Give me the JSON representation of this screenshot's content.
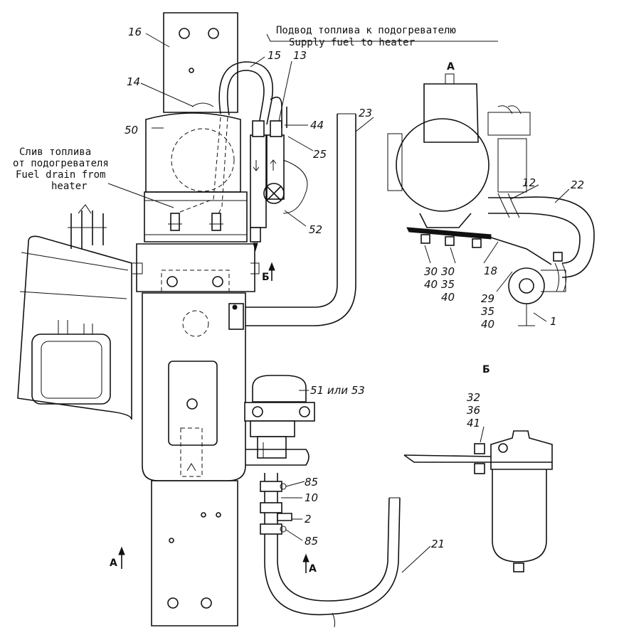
{
  "captions": {
    "supply_ru": "Подвод топлива к подогревателю",
    "supply_en": "Supply fuel to heater",
    "drain_ru_1": "Слив топлива",
    "drain_ru_2": "от подогревателя",
    "drain_en_1": "Fuel drain from",
    "drain_en_2": "heater"
  },
  "views": {
    "view_a_title": "А",
    "view_b_title": "Б",
    "section_b_marker": "Б",
    "section_a_marker_left": "А",
    "section_a_marker_right": "А"
  },
  "callouts": {
    "c16": "16",
    "c15": "15",
    "c13": "13",
    "c14": "14",
    "c50": "50",
    "c44": "44",
    "c25": "25",
    "c23": "23",
    "c52": "52",
    "c51": "51 или 53",
    "c85a": "85",
    "c10": "10",
    "c2": "2",
    "c85b": "85",
    "c21": "21",
    "c12": "12",
    "c22": "22",
    "c30a": "30",
    "c40a": "40",
    "c30b": "30",
    "c35b": "35",
    "c40b": "40",
    "c18": "18",
    "c29": "29",
    "c35c": "35",
    "c40c": "40",
    "c1": "1",
    "c32": "32",
    "c36": "36",
    "c41": "41"
  }
}
